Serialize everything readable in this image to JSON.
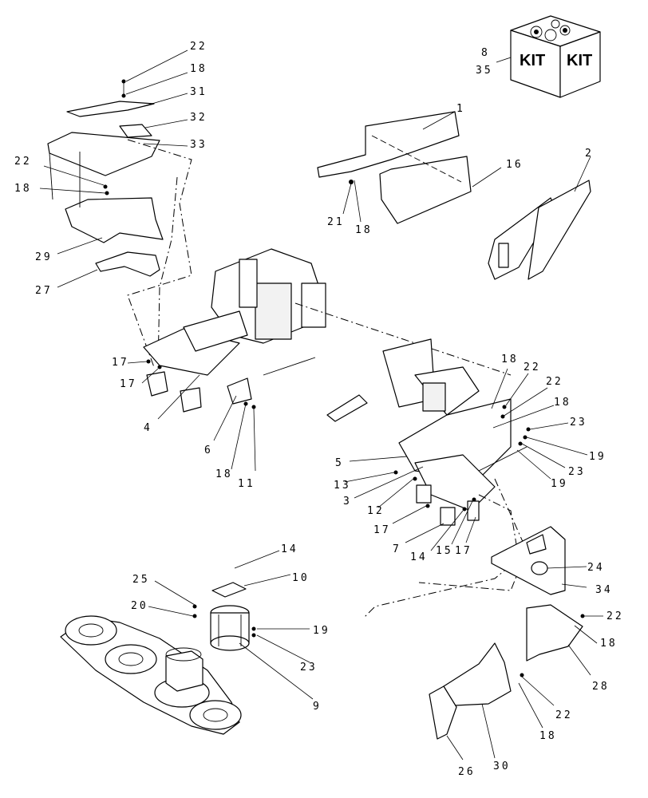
{
  "diagram": {
    "kit_box": {
      "labels": [
        "KIT",
        "KIT"
      ],
      "callouts": [
        "8",
        "35"
      ]
    },
    "callouts": {
      "c22a": "22",
      "c18a": "18",
      "c31": "31",
      "c32": "32",
      "c33": "33",
      "c22b": "22",
      "c18b": "18",
      "c29": "29",
      "c27": "27",
      "c1": "1",
      "c16": "16",
      "c21": "21",
      "c18c": "18",
      "c2": "2",
      "c17a": "17",
      "c17b": "17",
      "c4": "4",
      "c6": "6",
      "c18d": "18",
      "c11": "11",
      "c18e": "18",
      "c22c": "22",
      "c22d": "22",
      "c18f": "18",
      "c23a": "23",
      "c19a": "19",
      "c23b": "23",
      "c19b": "19",
      "c5": "5",
      "c13": "13",
      "c3": "3",
      "c12": "12",
      "c17c": "17",
      "c7": "7",
      "c14a": "14",
      "c15": "15",
      "c17d": "17",
      "c24": "24",
      "c34": "34",
      "c14b": "14",
      "c10": "10",
      "c25": "25",
      "c20": "20",
      "c19c": "19",
      "c23c": "23",
      "c9": "9",
      "c22e": "22",
      "c18g": "18",
      "c28": "28",
      "c22f": "22",
      "c18h": "18",
      "c30": "30",
      "c26": "26"
    }
  }
}
